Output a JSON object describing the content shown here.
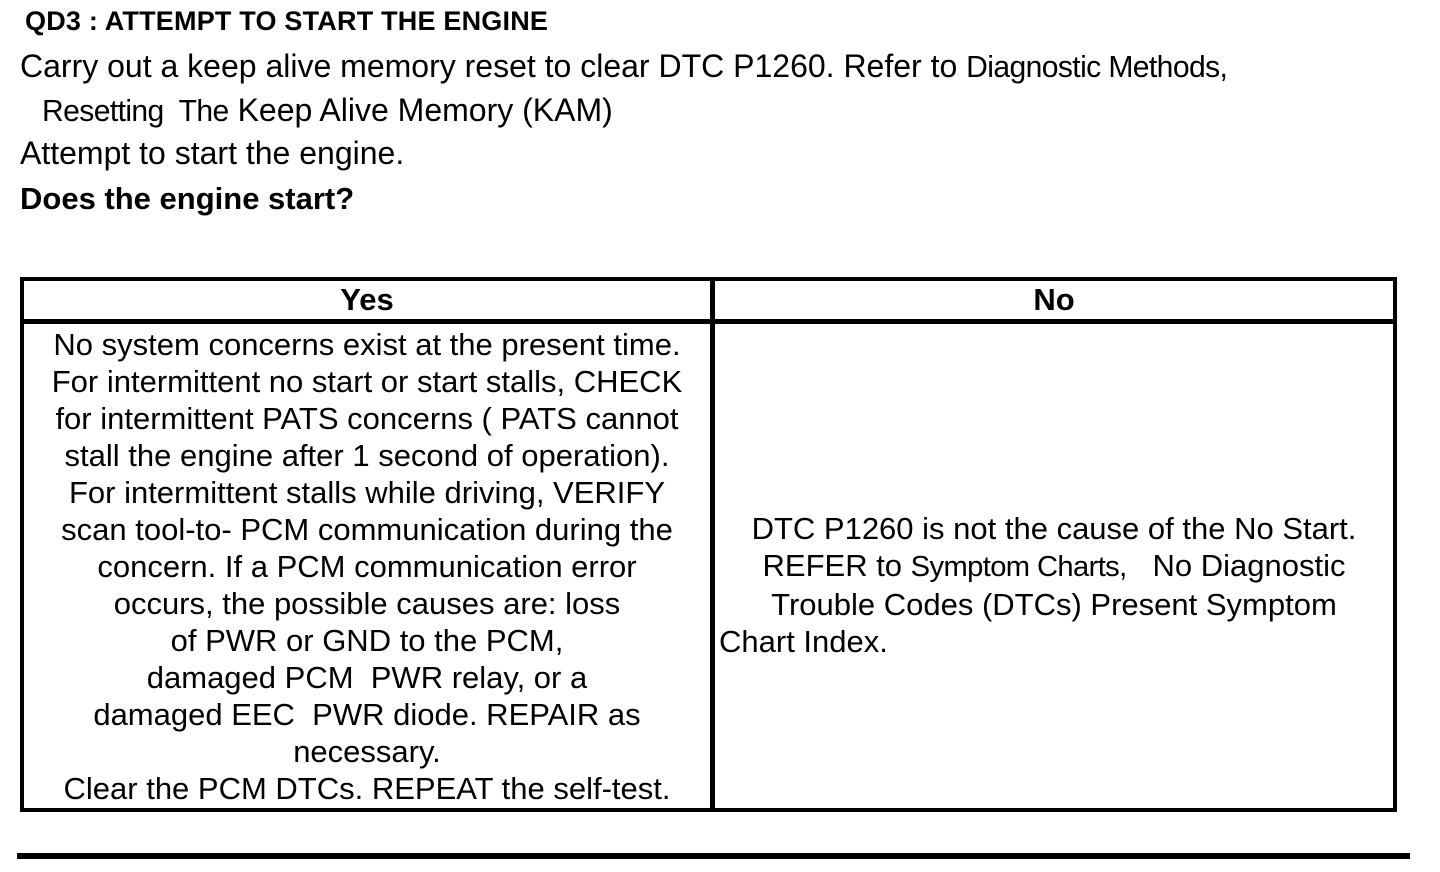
{
  "document": {
    "heading": "QD3 : ATTEMPT TO START THE ENGINE",
    "intro_line1_text": "Carry out a keep alive memory reset to clear DTC P1260. Refer to ",
    "intro_line1_ref": "Diagnostic Methods,",
    "intro_line2_ref": "Resetting  The",
    "intro_line2_text": " Keep Alive Memory (KAM)",
    "intro_line3": "Attempt to start the engine.",
    "question": "Does the engine start?"
  },
  "result_table": {
    "yes_header": "Yes",
    "no_header": "No",
    "yes_lines": [
      "No system concerns exist at the present time.",
      "For intermittent no start or start stalls, CHECK",
      "for intermittent PATS concerns ( PATS cannot",
      "stall the engine after 1 second of operation).",
      "For intermittent stalls while driving, VERIFY",
      "scan tool-to- PCM communication during the",
      "concern. If a PCM communication error",
      "occurs, the possible causes are: loss",
      "of PWR or GND to the PCM,",
      "damaged PCM  PWR relay, or a",
      "damaged EEC  PWR diode. REPAIR as",
      "necessary.",
      "Clear the PCM DTCs. REPEAT the self-test."
    ],
    "no_line1": "DTC P1260 is not the cause of the No Start.",
    "no_line2_pre": "REFER to ",
    "no_line2_ref": "Symptom Charts,",
    "no_line2_post": "   No Diagnostic",
    "no_line3": "Trouble Codes (DTCs) Present Symptom",
    "no_line4": "Chart Index."
  }
}
